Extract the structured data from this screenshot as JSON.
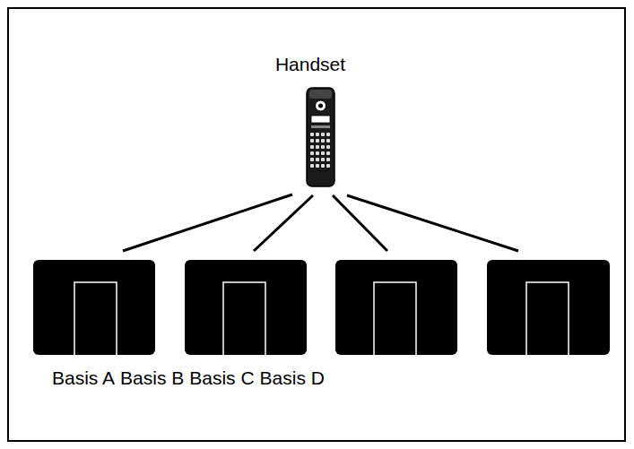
{
  "diagram": {
    "labels": [
      "Handset",
      "Basis A",
      "Basis B",
      "Basis C",
      "Basis D"
    ]
  }
}
